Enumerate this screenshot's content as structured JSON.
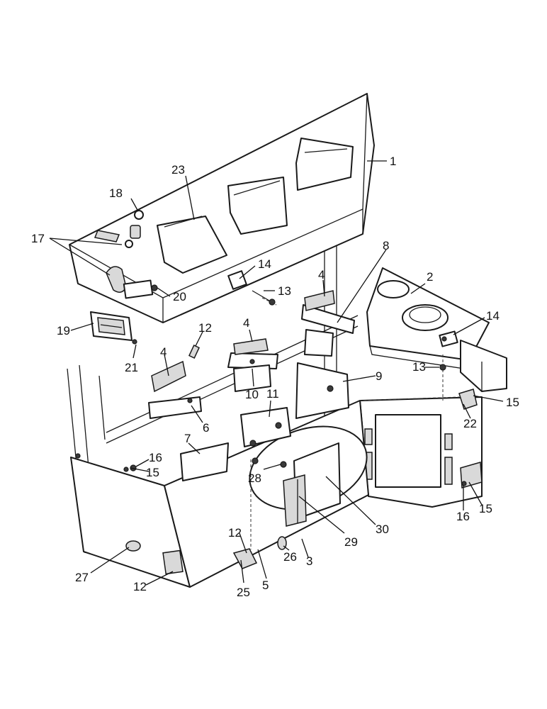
{
  "callouts": [
    {
      "id": "c1",
      "text": "1"
    },
    {
      "id": "c2",
      "text": "2"
    },
    {
      "id": "c3",
      "text": "3"
    },
    {
      "id": "c4a",
      "text": "4"
    },
    {
      "id": "c4b",
      "text": "4"
    },
    {
      "id": "c4c",
      "text": "4"
    },
    {
      "id": "c5",
      "text": "5"
    },
    {
      "id": "c6",
      "text": "6"
    },
    {
      "id": "c7",
      "text": "7"
    },
    {
      "id": "c8",
      "text": "8"
    },
    {
      "id": "c9",
      "text": "9"
    },
    {
      "id": "c10",
      "text": "10"
    },
    {
      "id": "c11",
      "text": "11"
    },
    {
      "id": "c12a",
      "text": "12"
    },
    {
      "id": "c12b",
      "text": "12"
    },
    {
      "id": "c12c",
      "text": "12"
    },
    {
      "id": "c13a",
      "text": "13"
    },
    {
      "id": "c13b",
      "text": "13"
    },
    {
      "id": "c14a",
      "text": "14"
    },
    {
      "id": "c14b",
      "text": "14"
    },
    {
      "id": "c15a",
      "text": "15"
    },
    {
      "id": "c15b",
      "text": "15"
    },
    {
      "id": "c15c",
      "text": "15"
    },
    {
      "id": "c16a",
      "text": "16"
    },
    {
      "id": "c16b",
      "text": "16"
    },
    {
      "id": "c17",
      "text": "17"
    },
    {
      "id": "c18",
      "text": "18"
    },
    {
      "id": "c19",
      "text": "19"
    },
    {
      "id": "c20",
      "text": "20"
    },
    {
      "id": "c21",
      "text": "21"
    },
    {
      "id": "c22",
      "text": "22"
    },
    {
      "id": "c23",
      "text": "23"
    },
    {
      "id": "c25",
      "text": "25"
    },
    {
      "id": "c26",
      "text": "26"
    },
    {
      "id": "c27",
      "text": "27"
    },
    {
      "id": "c28",
      "text": "28"
    },
    {
      "id": "c29",
      "text": "29"
    },
    {
      "id": "c30",
      "text": "30"
    }
  ]
}
